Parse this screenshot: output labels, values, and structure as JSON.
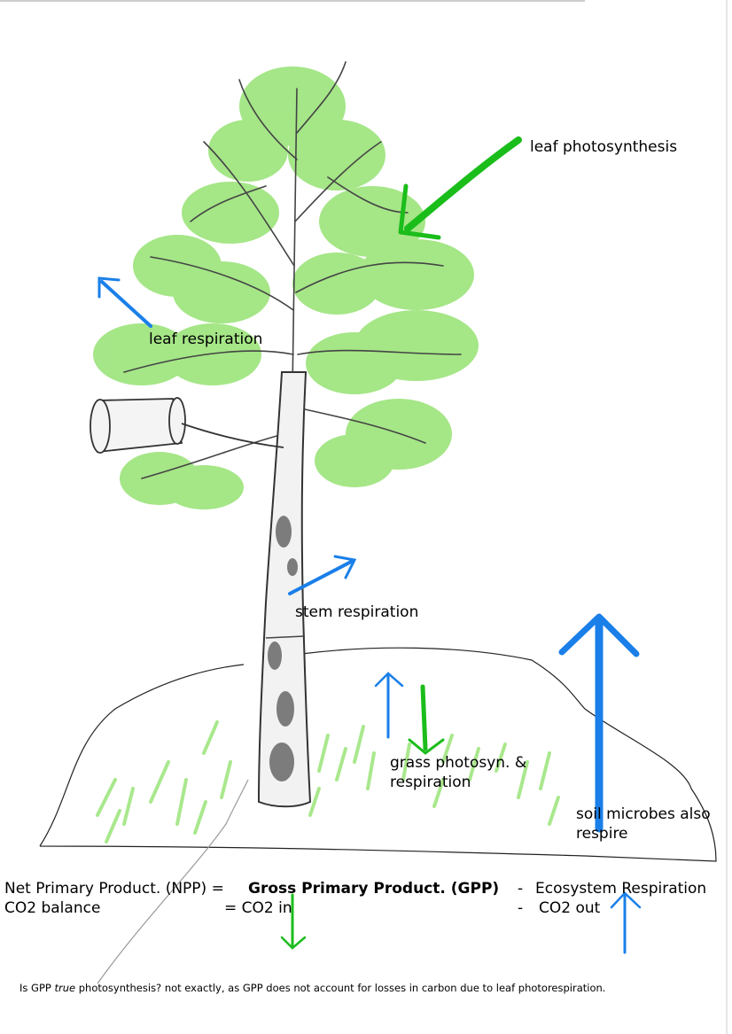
{
  "labels": {
    "leaf_photosynthesis": "leaf photosynthesis",
    "leaf_respiration": "leaf respiration",
    "stem_respiration": "stem respiration",
    "grass_line1": "grass photosyn. &",
    "grass_line2": "respiration",
    "soil_line1": "soil microbes also",
    "soil_line2": "respire"
  },
  "equation": {
    "npp": "Net Primary Product. (NPP) =",
    "gpp": "Gross Primary Product. (GPP)",
    "minus1": "-",
    "eco_resp": "Ecosystem Respiration",
    "co2_balance": "CO2 balance",
    "co2_in": "= CO2 in",
    "minus2": "-",
    "co2_out": "CO2 out"
  },
  "footnote": {
    "before": "Is GPP ",
    "italic": "true",
    "after": " photosynthesis? not exactly, as GPP does not account for losses in carbon due to leaf photorespiration."
  },
  "colors": {
    "photosynthesis_arrow": "#1bbd1b",
    "respiration_arrow": "#1a7fe8",
    "foliage": "#8fe06a",
    "trunk_outline": "#333333",
    "ground_line": "#222222"
  }
}
